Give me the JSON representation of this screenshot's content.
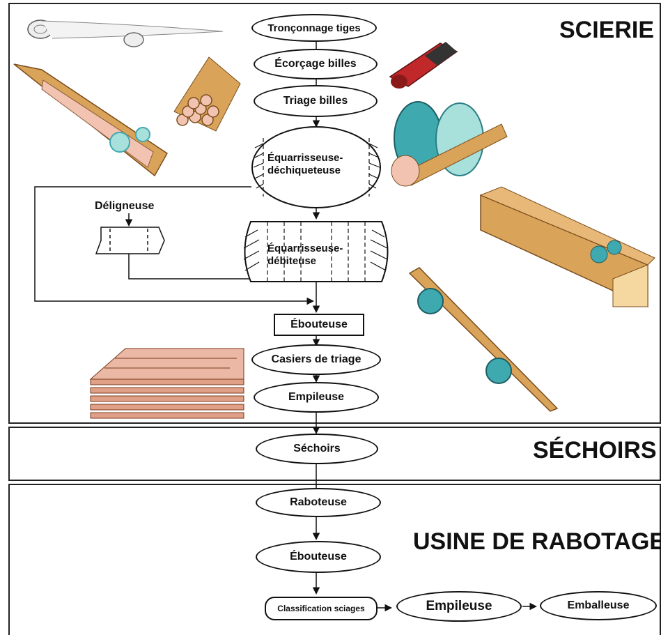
{
  "sections": {
    "scierie": "SCIERIE",
    "sechoirs": "SÉCHOIRS",
    "rabotage": "USINE DE RABOTAGE"
  },
  "nodes": {
    "tronconnage": "Tronçonnage tiges",
    "ecorcage": "Écorçage billes",
    "triage": "Triage billes",
    "equarrisseuse_dechiq_1": "Équarrisseuse-",
    "equarrisseuse_dechiq_2": "déchiqueteuse",
    "deligneuse": "Déligneuse",
    "equarrisseuse_debit_1": "Équarrisseuse-",
    "equarrisseuse_debit_2": "débiteuse",
    "eboutouse_scierie": "Ébouteuse",
    "casiers": "Casiers de triage",
    "empileuse_scierie": "Empileuse",
    "sechoirs": "Séchoirs",
    "raboteuse": "Raboteuse",
    "eboutouse_rabotage": "Ébouteuse",
    "classification": "Classification sciages",
    "empileuse_rabotage": "Empileuse",
    "emballeuse": "Emballeuse"
  },
  "colors": {
    "wood": "#d9a35a",
    "wood_dark": "#9b6a2c",
    "bark_red": "#c0282a",
    "blade_teal": "#3fa9b0",
    "blade_light": "#a8e0dc",
    "pink_face": "#f2c3b0"
  }
}
